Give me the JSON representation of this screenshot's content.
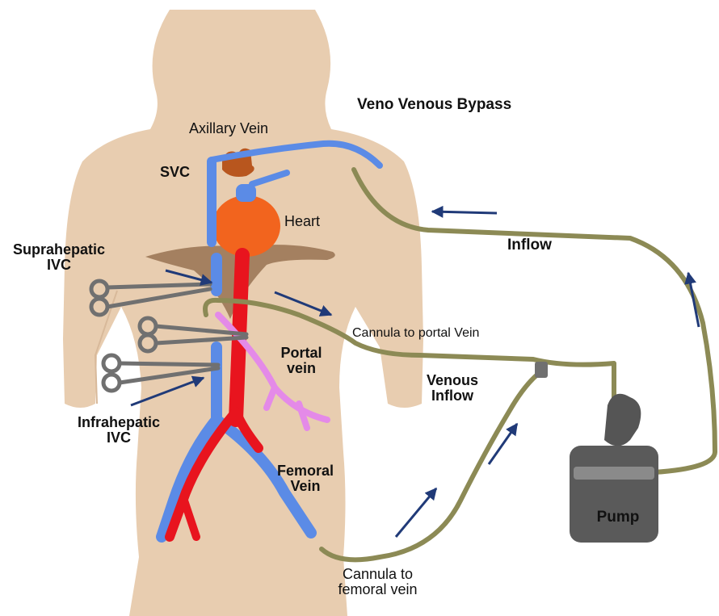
{
  "title": "Veno Venous Bypass",
  "labels": {
    "axillary_vein": "Axillary Vein",
    "svc": "SVC",
    "heart": "Heart",
    "suprahepatic_ivc_line1": "Suprahepatic",
    "suprahepatic_ivc_line2": "IVC",
    "inflow": "Inflow",
    "cannula_portal": "Cannula to portal Vein",
    "portal_vein_line1": "Portal",
    "portal_vein_line2": "vein",
    "venous_inflow_line1": "Venous",
    "venous_inflow_line2": "Inflow",
    "infrahepatic_ivc_line1": "Infrahepatic",
    "infrahepatic_ivc_line2": "IVC",
    "femoral_vein_line1": "Femoral",
    "femoral_vein_line2": "Vein",
    "cannula_femoral_line1": "Cannula to",
    "cannula_femoral_line2": "femoral vein",
    "pump": "Pump"
  },
  "colors": {
    "skin": "#e8cdb0",
    "vein_blue": "#5b8be6",
    "artery_red": "#e8141e",
    "heart_orange": "#f2641e",
    "portal_pink": "#e48ae8",
    "liver_brown": "#a48060",
    "tubing_olive": "#8c8a55",
    "arrow_navy": "#203a78",
    "pump_gray": "#5a5a5a",
    "clamp_gray": "#707070"
  },
  "icons": {
    "clamps": [
      "clamp-icon",
      "clamp-icon",
      "clamp-icon"
    ],
    "pump": "pump-icon",
    "heart": "heart-icon"
  }
}
